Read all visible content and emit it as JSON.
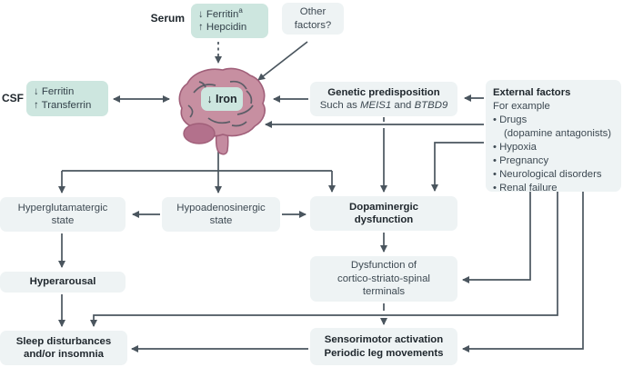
{
  "palette": {
    "teal_box": "#cde6df",
    "light_box": "#eef3f4",
    "line_color": "#4a555e",
    "brain_fill": "#c78fa1",
    "brain_stroke": "#a05f79",
    "cerebellum_fill": "#b3718c"
  },
  "serum": {
    "label": "Serum",
    "line1": "↓ Ferritin",
    "sup": "a",
    "line2": "↑ Hepcidin"
  },
  "other_factors": {
    "line1": "Other",
    "line2": "factors?"
  },
  "csf": {
    "label": "CSF",
    "line1": "↓ Ferritin",
    "line2": "↑ Transferrin"
  },
  "brain": {
    "iron_label": "↓ Iron",
    "icon": "brain-illustration"
  },
  "genetic": {
    "title": "Genetic predisposition",
    "sub_prefix": "Such as ",
    "gene1": "MEIS1",
    "sub_and": " and ",
    "gene2": "BTBD9"
  },
  "external": {
    "title": "External factors",
    "subtitle": "For example",
    "items": [
      "• Drugs",
      "(dopamine antagonists)",
      "• Hypoxia",
      "• Pregnancy",
      "• Neurological disorders",
      "• Renal failure"
    ]
  },
  "states": {
    "hyperglutamatergic": {
      "line1": "Hyperglutamatergic",
      "line2": "state"
    },
    "hypoadenosinergic": {
      "line1": "Hypoadenosinergic",
      "line2": "state"
    },
    "dopaminergic": {
      "line1": "Dopaminergic",
      "line2": "dysfunction"
    },
    "hyperarousal": {
      "label": "Hyperarousal"
    },
    "cortico": {
      "line1": "Dysfunction of",
      "line2": "cortico-striato-spinal",
      "line3": "terminals"
    },
    "sleep": {
      "line1": "Sleep disturbances",
      "line2": "and/or insomnia"
    },
    "sensorimotor": {
      "line1": "Sensorimotor activation",
      "line2": "Periodic leg movements"
    }
  }
}
